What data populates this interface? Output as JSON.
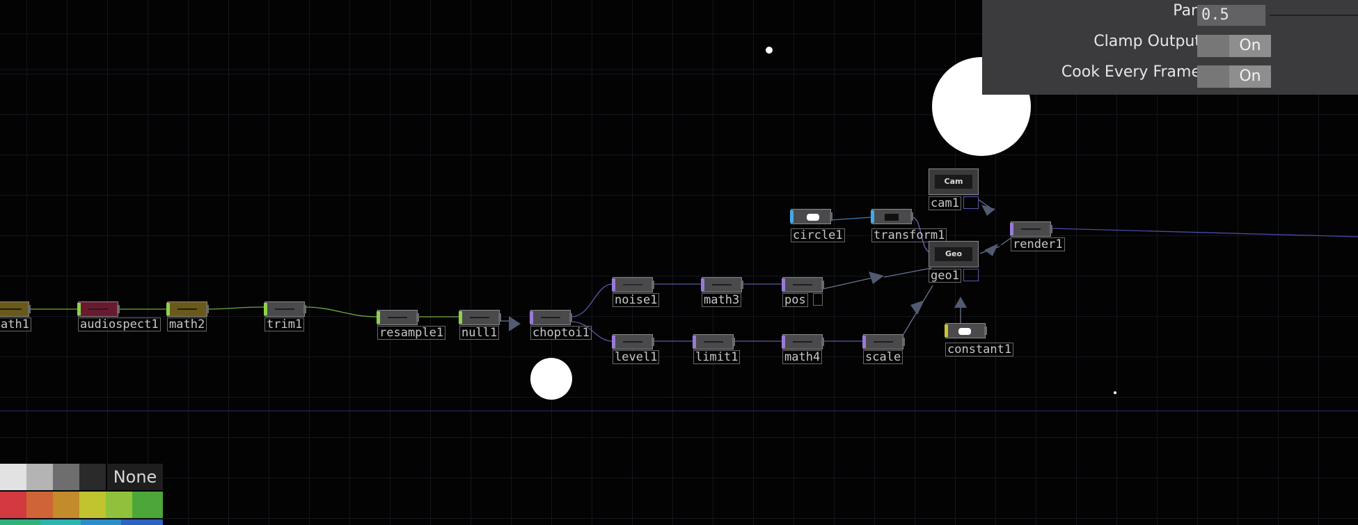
{
  "parameters": {
    "pan": {
      "label": "Pan",
      "value": "0.5"
    },
    "clamp_output": {
      "label": "Clamp Output",
      "state": "On"
    },
    "cook_every_frame": {
      "label": "Cook Every Frame",
      "state": "On"
    }
  },
  "nodes": {
    "math1": "ath1",
    "audiospect1": "audiospect1",
    "math2": "math2",
    "trim1": "trim1",
    "resample1": "resample1",
    "null1": "null1",
    "choptoi": "choptoi1",
    "noise1": "noise1",
    "math3": "math3",
    "pos": "pos",
    "level1": "level1",
    "limit1": "limit1",
    "math4": "math4",
    "scale": "scale",
    "circle1": "circle1",
    "transform1": "transform1",
    "cam1": "cam1",
    "cam_badge": "Cam",
    "geo1": "geo1",
    "geo_badge": "Geo",
    "render1": "render1",
    "constant1": "constant1"
  },
  "palette": {
    "none_label": "None",
    "gray_colors": [
      "#e2e2e2",
      "#b4b4b4",
      "#6e6e6e",
      "#2a2a2a"
    ],
    "row_colors": [
      "#d23a3f",
      "#cf6536",
      "#c38b2c",
      "#c1c42f",
      "#8fc23a",
      "#4ca63a"
    ],
    "bottom_colors": [
      "#33b07a",
      "#2db3b0",
      "#2a8ec9",
      "#2e62c3"
    ]
  },
  "colors": {
    "chop": "#9a7ad8",
    "sop": "#45a9e6",
    "comp": "#8a8a8a",
    "dat": "#c9c23a",
    "audiospect": "#7a1a33",
    "math_olive": "#7a6a1e",
    "green_flag": "#8fd14f"
  }
}
